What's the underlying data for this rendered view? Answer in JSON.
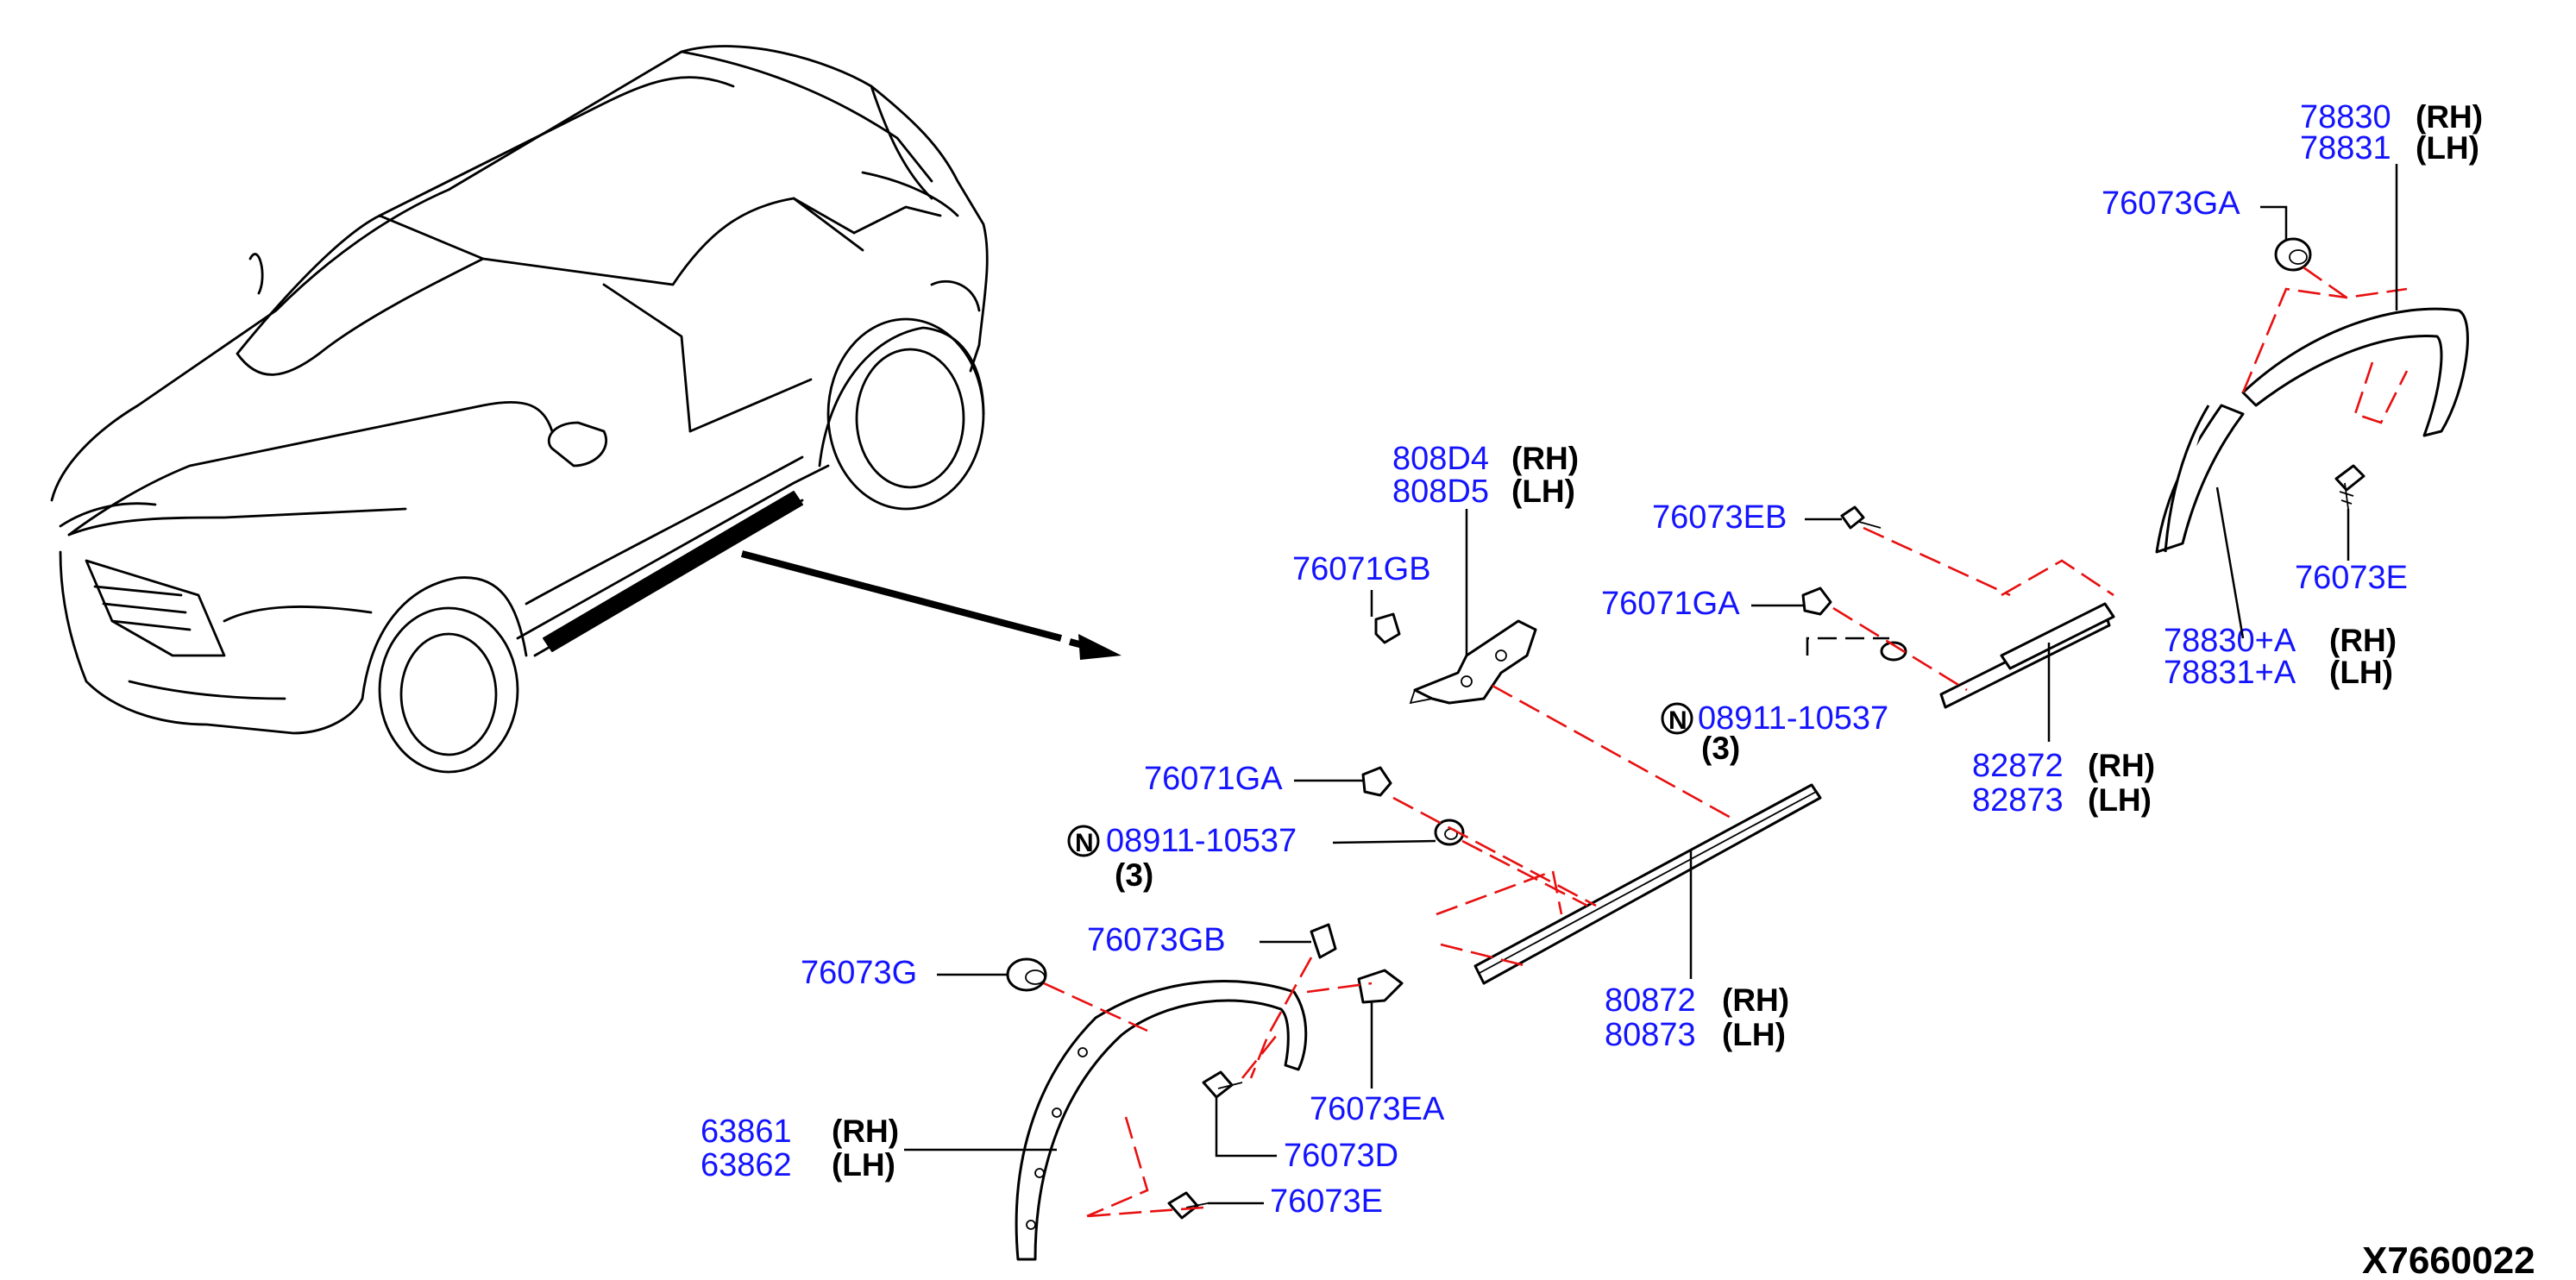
{
  "diagram_code": "X7660022",
  "note_symbol": "N",
  "callouts": [
    {
      "id": "c-78830",
      "part_numbers": [
        "78830",
        "78831"
      ],
      "sides": [
        "(RH)",
        "(LH)"
      ]
    },
    {
      "id": "c-76073GA",
      "part_numbers": [
        "76073GA"
      ]
    },
    {
      "id": "c-76073E-top",
      "part_numbers": [
        "76073E"
      ]
    },
    {
      "id": "c-808D4",
      "part_numbers": [
        "808D4",
        "808D5"
      ],
      "sides": [
        "(RH)",
        "(LH)"
      ]
    },
    {
      "id": "c-76073EB",
      "part_numbers": [
        "76073EB"
      ]
    },
    {
      "id": "c-76071GB",
      "part_numbers": [
        "76071GB"
      ]
    },
    {
      "id": "c-76071GA-upper",
      "part_numbers": [
        "76071GA"
      ]
    },
    {
      "id": "c-78830A",
      "part_numbers": [
        "78830+A",
        "78831+A"
      ],
      "sides": [
        "(RH)",
        "(LH)"
      ]
    },
    {
      "id": "c-08911-upper",
      "part_numbers": [
        "08911-10537"
      ],
      "qty": "(3)"
    },
    {
      "id": "c-82872",
      "part_numbers": [
        "82872",
        "82873"
      ],
      "sides": [
        "(RH)",
        "(LH)"
      ]
    },
    {
      "id": "c-76071GA-lower",
      "part_numbers": [
        "76071GA"
      ]
    },
    {
      "id": "c-08911-lower",
      "part_numbers": [
        "08911-10537"
      ],
      "qty": "(3)"
    },
    {
      "id": "c-76073GB",
      "part_numbers": [
        "76073GB"
      ]
    },
    {
      "id": "c-76073G",
      "part_numbers": [
        "76073G"
      ]
    },
    {
      "id": "c-80872",
      "part_numbers": [
        "80872",
        "80873"
      ],
      "sides": [
        "(RH)",
        "(LH)"
      ]
    },
    {
      "id": "c-76073EA",
      "part_numbers": [
        "76073EA"
      ]
    },
    {
      "id": "c-63861",
      "part_numbers": [
        "63861",
        "63862"
      ],
      "sides": [
        "(RH)",
        "(LH)"
      ]
    },
    {
      "id": "c-76073D",
      "part_numbers": [
        "76073D"
      ]
    },
    {
      "id": "c-76073E-bottom",
      "part_numbers": [
        "76073E"
      ]
    }
  ]
}
